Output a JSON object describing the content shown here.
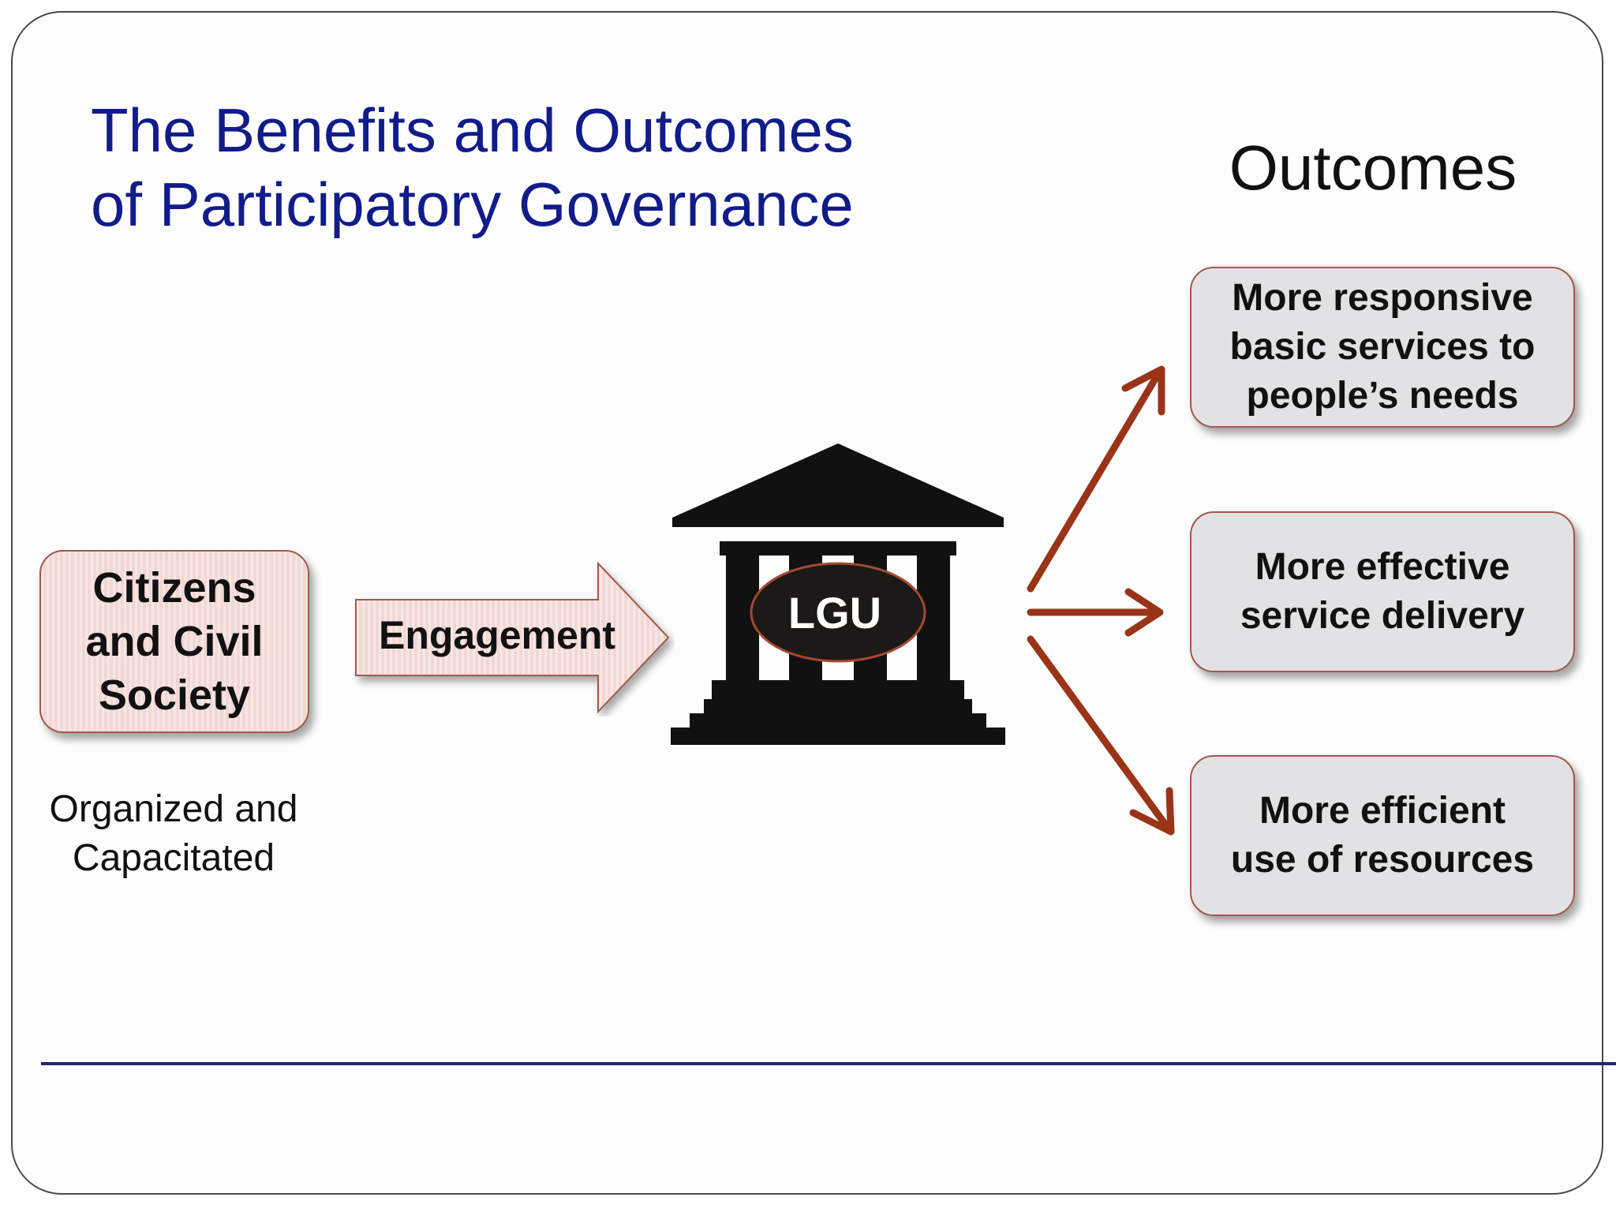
{
  "slide": {
    "title_line1": "The Benefits and Outcomes",
    "title_line2": "of Participatory Governance",
    "outcomes_heading": "Outcomes"
  },
  "actor": {
    "label": "Citizens\nand Civil\nSociety",
    "sublabel": "Organized and\nCapacitated"
  },
  "process": {
    "engagement_label": "Engagement",
    "institution_label": "LGU",
    "institution_icon": "government-building-icon"
  },
  "outcomes": [
    {
      "label": "More responsive\nbasic services to\npeople’s needs"
    },
    {
      "label": "More effective\nservice delivery"
    },
    {
      "label": "More efficient\nuse of resources"
    }
  ],
  "colors": {
    "title": "#111c8a",
    "arrow": "#9a3418",
    "citizens_fill": "#f2d8d5",
    "outcome_fill": "#e2e2e4",
    "box_border": "#a05a4c",
    "rule": "#1b2a6b"
  }
}
